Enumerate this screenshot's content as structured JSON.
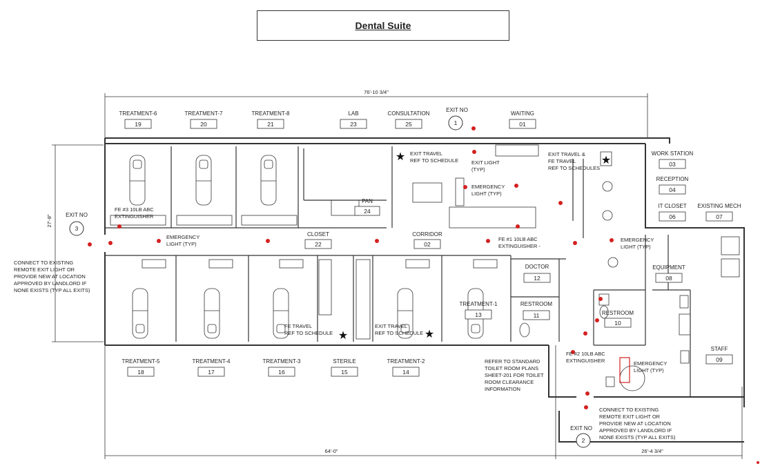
{
  "title": "Dental Suite",
  "dimensions": {
    "overall_width": "76'-10 3/4\"",
    "depth": "27'-8\"",
    "bottom_left": "64'-0\"",
    "bottom_right": "26'-4 3/4\""
  },
  "rooms": [
    {
      "name": "TREATMENT-6",
      "number": "19"
    },
    {
      "name": "TREATMENT-7",
      "number": "20"
    },
    {
      "name": "TREATMENT-8",
      "number": "21"
    },
    {
      "name": "LAB",
      "number": "23"
    },
    {
      "name": "CONSULTATION",
      "number": "25"
    },
    {
      "name": "WAITING",
      "number": "01"
    },
    {
      "name": "WORK STATION",
      "number": "03"
    },
    {
      "name": "RECEPTION",
      "number": "04"
    },
    {
      "name": "IT CLOSET",
      "number": "06"
    },
    {
      "name": "EXISTING MECH",
      "number": "07"
    },
    {
      "name": "PAN",
      "number": "24"
    },
    {
      "name": "CLOSET",
      "number": "22"
    },
    {
      "name": "CORRIDOR",
      "number": "02"
    },
    {
      "name": "EQUIPMENT",
      "number": "08"
    },
    {
      "name": "DOCTOR",
      "number": "12"
    },
    {
      "name": "RESTROOM",
      "number": "11"
    },
    {
      "name": "RESTROOM",
      "number": "10"
    },
    {
      "name": "TREATMENT-1",
      "number": "13"
    },
    {
      "name": "STAFF",
      "number": "09"
    },
    {
      "name": "TREATMENT-5",
      "number": "18"
    },
    {
      "name": "TREATMENT-4",
      "number": "17"
    },
    {
      "name": "TREATMENT-3",
      "number": "16"
    },
    {
      "name": "STERILE",
      "number": "15"
    },
    {
      "name": "TREATMENT-2",
      "number": "14"
    }
  ],
  "exits": [
    {
      "label": "EXIT NO",
      "number": "1"
    },
    {
      "label": "EXIT NO",
      "number": "2"
    },
    {
      "label": "EXIT NO",
      "number": "3"
    }
  ],
  "notes": {
    "exit_travel_1": [
      "EXIT TRAVEL",
      "REF TO SCHEDULE"
    ],
    "exit_light_1": [
      "EXIT LIGHT",
      "(TYP)"
    ],
    "emergency_light_top": [
      "EMERGENCY",
      "LIGHT (TYP)"
    ],
    "exit_fe_travel": [
      "EXIT TRAVEL &",
      "FE TRAVEL",
      "REF TO SCHEDULES"
    ],
    "fe3": [
      "FE #3 10LB ABC",
      "EXTINGUISHER"
    ],
    "emergency_light_left": [
      "EMERGENCY",
      "LIGHT (TYP)"
    ],
    "fe1": [
      "FE #1 10LB ABC",
      "EXTINGUISHER -"
    ],
    "emergency_light_right": [
      "EMERGENCY",
      "LIGHT (TYP)"
    ],
    "connect_left": [
      "CONNECT TO EXISTING",
      "REMOTE EXIT LIGHT OR",
      "PROVIDE NEW AT LOCATION",
      "APPROVED BY LANDLORD IF",
      "NONE EXISTS (TYP ALL EXITS)"
    ],
    "fe_travel_bottom": [
      "FE TRAVEL",
      "REF TO SCHEDULE"
    ],
    "exit_travel_bottom": [
      "EXIT TRAVEL",
      "REF TO SCHEDULE"
    ],
    "toilet_note": [
      "REFER TO STANDARD",
      "TOILET ROOM PLANS",
      "SHEET-201 FOR TOILET",
      "ROOM CLEARANCE",
      "INFORMATION"
    ],
    "fe2": [
      "FE #2 10LB ABC",
      "EXTINGUISHER"
    ],
    "emergency_light_bottom": [
      "EMERGENCY",
      "LIGHT (TYP)"
    ],
    "connect_bottom": [
      "CONNECT TO EXISTING",
      "REMOTE EXIT LIGHT OR",
      "PROVIDE NEW AT LOCATION",
      "APPROVED BY LANDLORD IF",
      "NONE EXISTS (TYP ALL EXITS)"
    ]
  },
  "colors": {
    "line": "#333333",
    "emergency": "#d42020"
  }
}
